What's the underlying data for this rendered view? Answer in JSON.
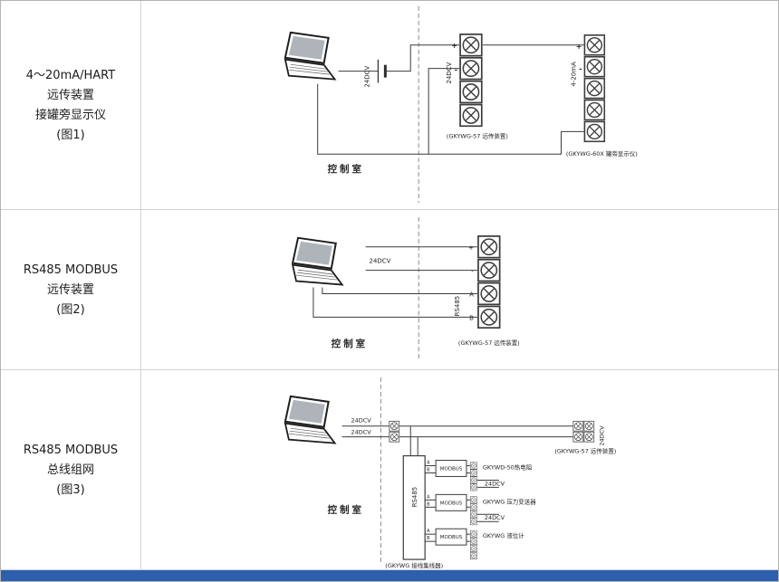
{
  "window": {
    "bottom_bar_color": "#2d5fae"
  },
  "rows": [
    {
      "sidebar_lines": [
        "4～20mA/HART",
        "远传装置",
        "接罐旁显示仪",
        "(图1)"
      ],
      "control_room": "控制室",
      "battery_label": "24DCV",
      "remote_power_label": "24DCV",
      "remote_plus": "+",
      "remote_minus": "-",
      "remote_caption": "(GKYWG-57 远传装置)",
      "display_signal_label": "4-20mA",
      "display_plus": "+",
      "display_minus": "-",
      "display_caption": "(GKYWG-60X 罐旁显示仪)"
    },
    {
      "sidebar_lines": [
        "RS485 MODBUS",
        "远传装置",
        "(图2)"
      ],
      "control_room": "控制室",
      "power_label": "24DCV",
      "rs485_label": "RS485",
      "marks": [
        "+",
        "-",
        "A",
        "B"
      ],
      "remote_caption": "(GKYWG-57 远传装置)"
    },
    {
      "sidebar_lines": [
        "RS485 MODBUS",
        "总线组网",
        "(图3)"
      ],
      "control_room": "控制室",
      "power_label_1": "24DCV",
      "power_label_2": "24DCV",
      "rs485_label": "RS485",
      "hub_caption": "(GKYWG 接线集线器)",
      "remote_caption": "(GKYWG-57 远传装置)",
      "remote_power_label": "24DCV",
      "branches": [
        {
          "a": "A",
          "b": "B",
          "modbus": "MODBUS",
          "device": "GKYWD-50热电阻",
          "power": "24DCV"
        },
        {
          "a": "A",
          "b": "B",
          "modbus": "MODBUS",
          "device": "GKYWG 压力变送器",
          "power": "24DCV"
        },
        {
          "a": "A",
          "b": "B",
          "modbus": "MODBUS",
          "device": "GKYWG 液位计"
        }
      ]
    }
  ]
}
